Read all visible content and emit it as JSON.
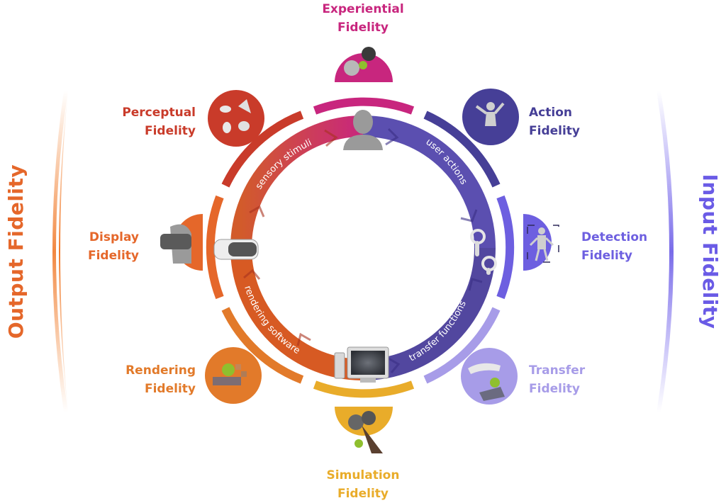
{
  "sides": {
    "output": "Output Fidelity",
    "input": "Input Fidelity"
  },
  "fidelities": [
    {
      "id": "experiential",
      "line1": "Experiential",
      "line2": "Fidelity",
      "color": "#c8267e",
      "icon": "user-mind-icon"
    },
    {
      "id": "action",
      "line1": "Action",
      "line2": "Fidelity",
      "color": "#463f97",
      "icon": "person-action-icon"
    },
    {
      "id": "detection",
      "line1": "Detection",
      "line2": "Fidelity",
      "color": "#6d5fe0",
      "icon": "body-tracking-icon"
    },
    {
      "id": "transfer",
      "line1": "Transfer",
      "line2": "Fidelity",
      "color": "#a79ce8",
      "icon": "hand-object-icon"
    },
    {
      "id": "simulation",
      "line1": "Simulation",
      "line2": "Fidelity",
      "color": "#e9ac2a",
      "icon": "tree-apple-icon"
    },
    {
      "id": "rendering",
      "line1": "Rendering",
      "line2": "Fidelity",
      "color": "#e27a2a",
      "icon": "apple-pixels-icon"
    },
    {
      "id": "display",
      "line1": "Display",
      "line2": "Fidelity",
      "color": "#e5672a",
      "icon": "headset-head-icon"
    },
    {
      "id": "perceptual",
      "line1": "Perceptual",
      "line2": "Fidelity",
      "color": "#c93b2a",
      "icon": "senses-icon"
    }
  ],
  "loop": {
    "sensory": "sensory stimuli",
    "user_actions": "user actions",
    "transfer_functions": "transfer functions",
    "rendering_software": "rendering software"
  },
  "nodes": {
    "user": "USER",
    "computer": "COMPUTER",
    "output_line1": "OUTPUT",
    "output_line2": "DEVICES",
    "input_line1": "INPUT",
    "input_line2": "DEVICES"
  }
}
